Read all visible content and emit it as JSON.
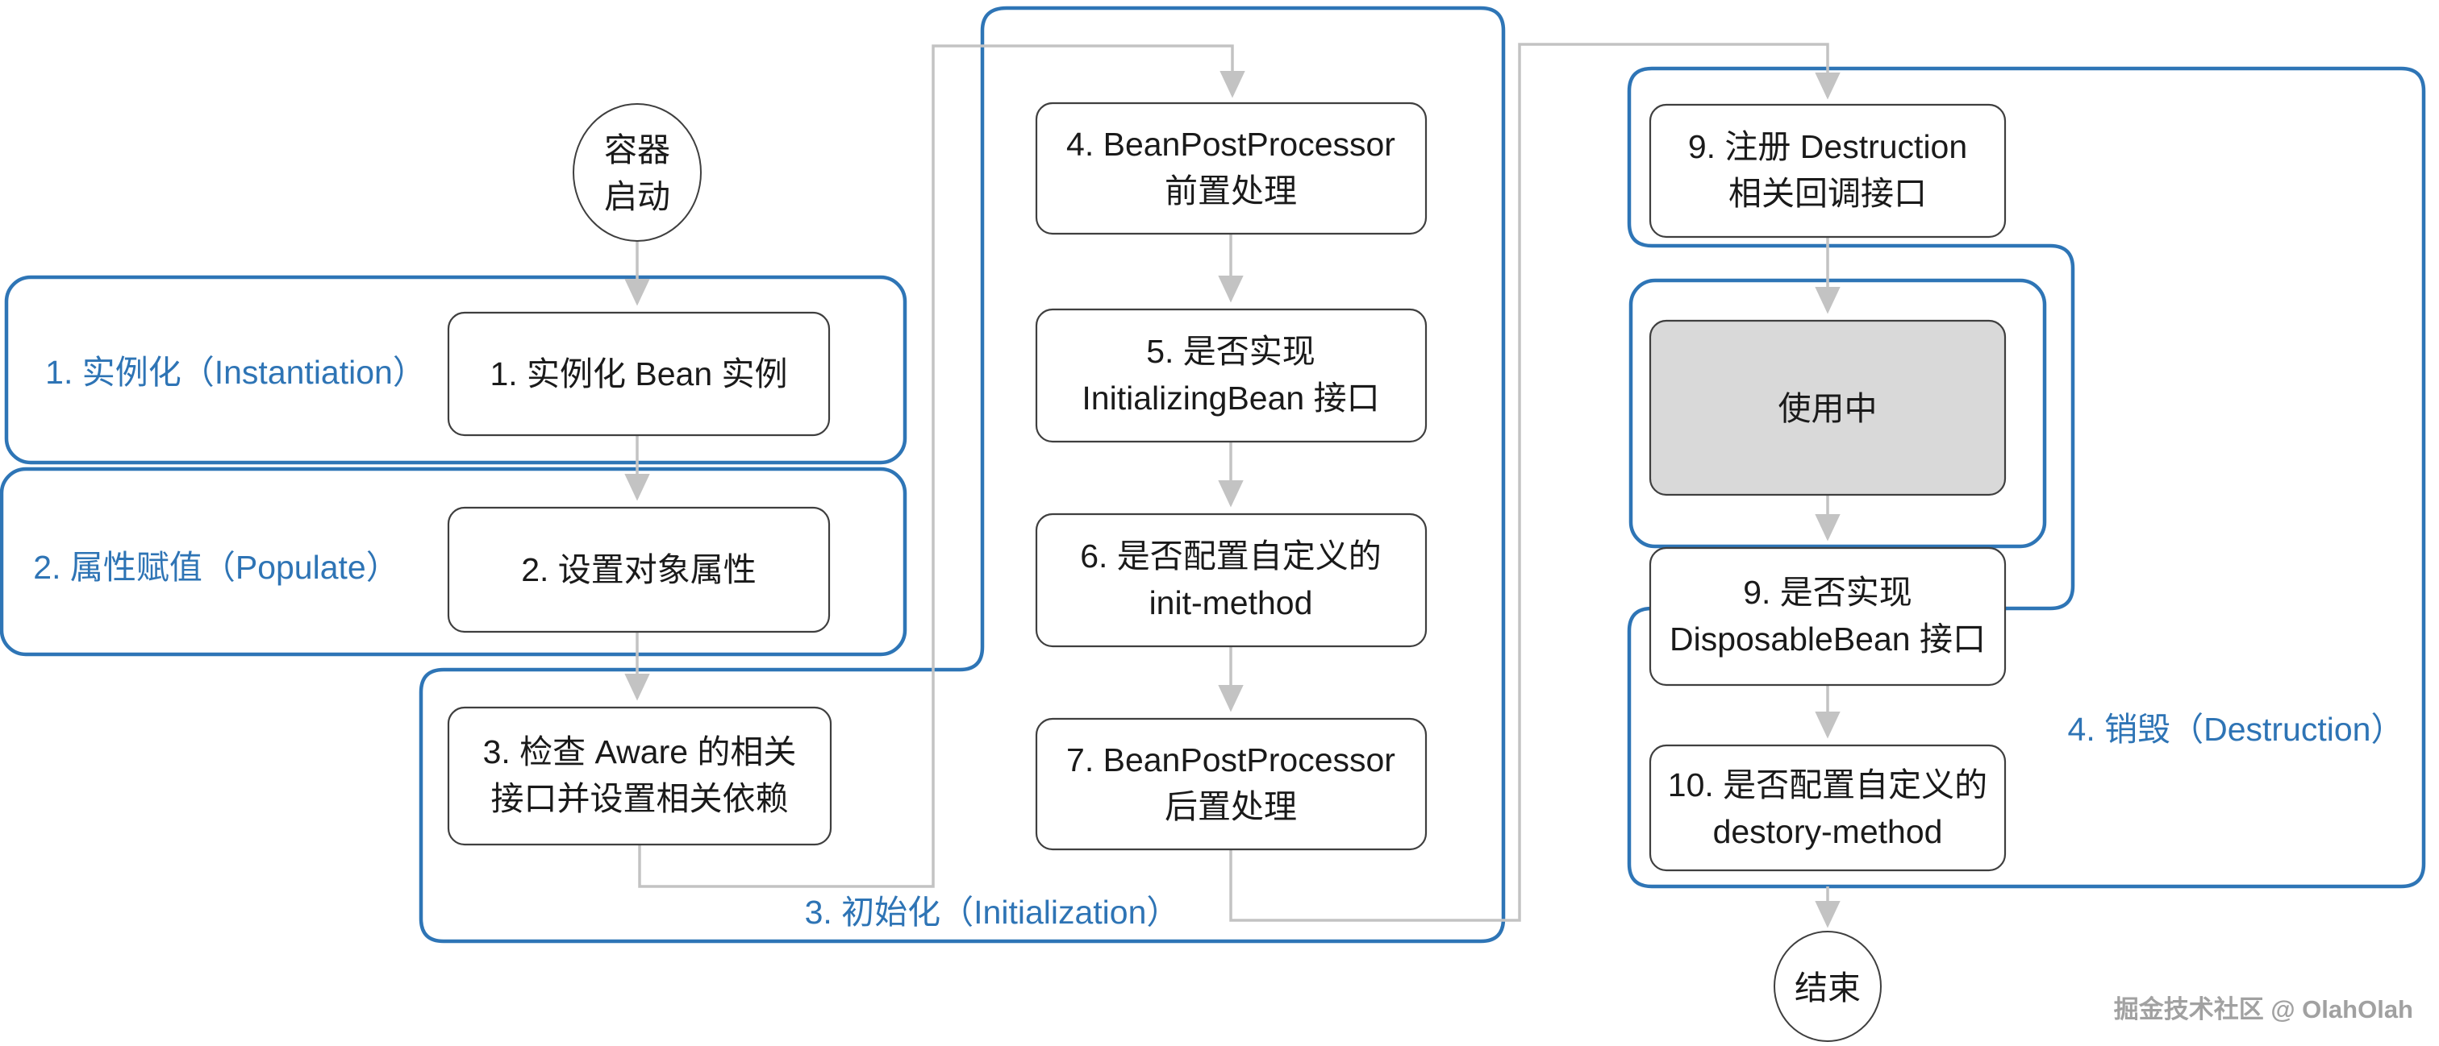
{
  "diagram": {
    "title_semantic": "Spring Bean Lifecycle Flowchart",
    "start_circle": {
      "line1": "容器",
      "line2": "启动"
    },
    "end_circle": {
      "label": "结束"
    },
    "groups": {
      "instantiation": {
        "label": "1. 实例化（Instantiation）"
      },
      "populate": {
        "label": "2. 属性赋值（Populate）"
      },
      "initialization": {
        "label": "3. 初始化（Initialization）"
      },
      "destruction": {
        "label": "4. 销毁（Destruction）"
      }
    },
    "nodes": {
      "step1": {
        "line1": "1. 实例化 Bean 实例"
      },
      "step2": {
        "line1": "2. 设置对象属性"
      },
      "step3": {
        "line1": "3. 检查 Aware 的相关",
        "line2": "接口并设置相关依赖"
      },
      "step4": {
        "line1": "4. BeanPostProcessor",
        "line2": "前置处理"
      },
      "step5": {
        "line1": "5. 是否实现",
        "line2": "InitializingBean 接口"
      },
      "step6": {
        "line1": "6. 是否配置自定义的",
        "line2": "init-method"
      },
      "step7": {
        "line1": "7. BeanPostProcessor",
        "line2": "后置处理"
      },
      "step9_register": {
        "line1": "9. 注册 Destruction",
        "line2": "相关回调接口"
      },
      "in_use": {
        "label": "使用中"
      },
      "step9_dispose": {
        "line1": "9. 是否实现",
        "line2": "DisposableBean 接口"
      },
      "step10": {
        "line1": "10. 是否配置自定义的",
        "line2": "destory-method"
      }
    },
    "watermark": "掘金技术社区 @ OlahOlah",
    "colors": {
      "group_border": "#2E75B6",
      "blue_label": "#2E74B5",
      "node_border": "#3F3F3F",
      "node_fill": "#FFFFFF",
      "in_use_fill": "#D9D9D9",
      "connector": "#C3C3C3",
      "watermark": "#9C9C9C",
      "background": "#FFFFFF"
    }
  }
}
